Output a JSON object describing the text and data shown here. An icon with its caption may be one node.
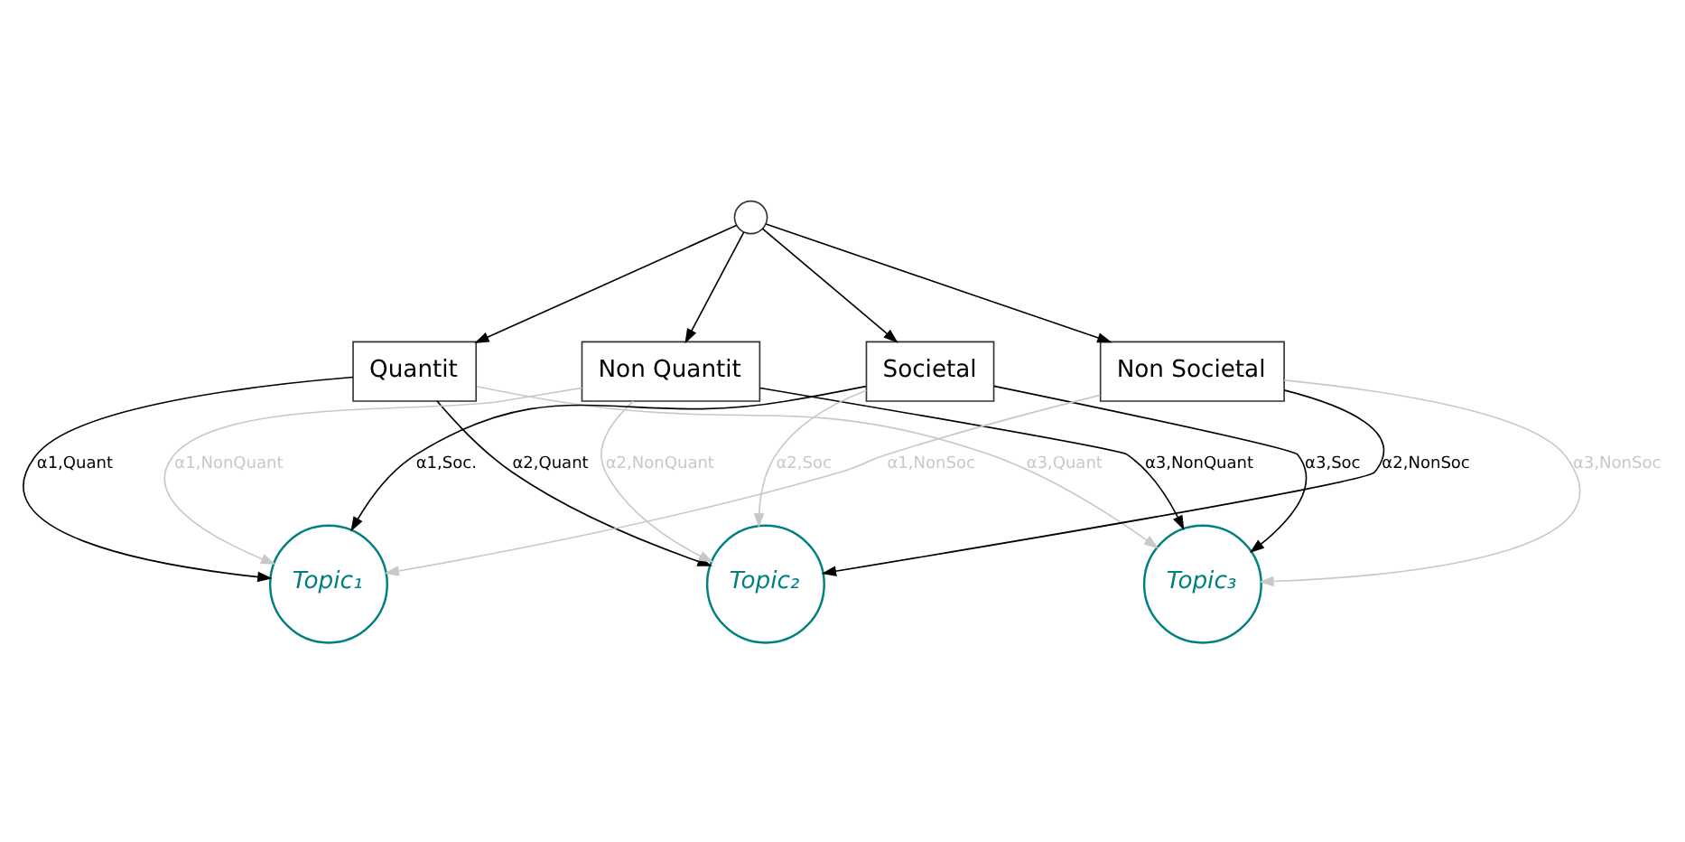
{
  "diagram": {
    "nodes": [
      {
        "text": [],
        "shape": "circle"
      },
      {
        "text": [
          "Quantit"
        ]
      },
      {
        "text": [
          "Non Quantit"
        ]
      },
      {
        "text": [
          "Societal"
        ]
      },
      {
        "text": [
          "Non Societal"
        ]
      },
      {
        "text": [
          "Topic₁"
        ]
      },
      {
        "text": [
          "Topic₂"
        ]
      },
      {
        "text": [
          "Topic₃"
        ]
      }
    ],
    "edges": [
      {
        "from": 0,
        "to": 1,
        "arrow": "to"
      },
      {
        "from": 0,
        "to": 2,
        "arrow": "to"
      },
      {
        "from": 0,
        "to": 3,
        "arrow": "to"
      },
      {
        "from": 0,
        "to": 4,
        "arrow": "to"
      },
      {
        "from": 1,
        "to": 5,
        "arrow": "to",
        "label": "α1,Quant"
      },
      {
        "from": 1,
        "to": 6,
        "arrow": "to",
        "label": "α2,Quant"
      },
      {
        "from": 1,
        "to": 7,
        "arrow": "to",
        "label": "α3,Quant",
        "color": "#c8c8c8"
      },
      {
        "from": 2,
        "to": 5,
        "arrow": "to",
        "label": "α1,NonQuant",
        "color": "#c8c8c8"
      },
      {
        "from": 2,
        "to": 6,
        "arrow": "to",
        "label": "α2,NonQuant",
        "color": "#c8c8c8"
      },
      {
        "from": 2,
        "to": 7,
        "arrow": "to",
        "label": "α3,NonQuant"
      },
      {
        "from": 3,
        "to": 5,
        "arrow": "to",
        "label": "α1,Soc."
      },
      {
        "from": 3,
        "to": 6,
        "arrow": "to",
        "label": "α2,Soc",
        "color": "#c8c8c8"
      },
      {
        "from": 3,
        "to": 7,
        "arrow": "to",
        "label": "α3,Soc"
      },
      {
        "from": 4,
        "to": 5,
        "arrow": "to",
        "label": "α1,NonSoc",
        "color": "#c8c8c8"
      },
      {
        "from": 4,
        "to": 6,
        "arrow": "to",
        "label": "α2,NonSoc"
      },
      {
        "from": 4,
        "to": 7,
        "arrow": "to",
        "label": "α3,NonSoc",
        "color": "#c8c8c8"
      }
    ]
  }
}
